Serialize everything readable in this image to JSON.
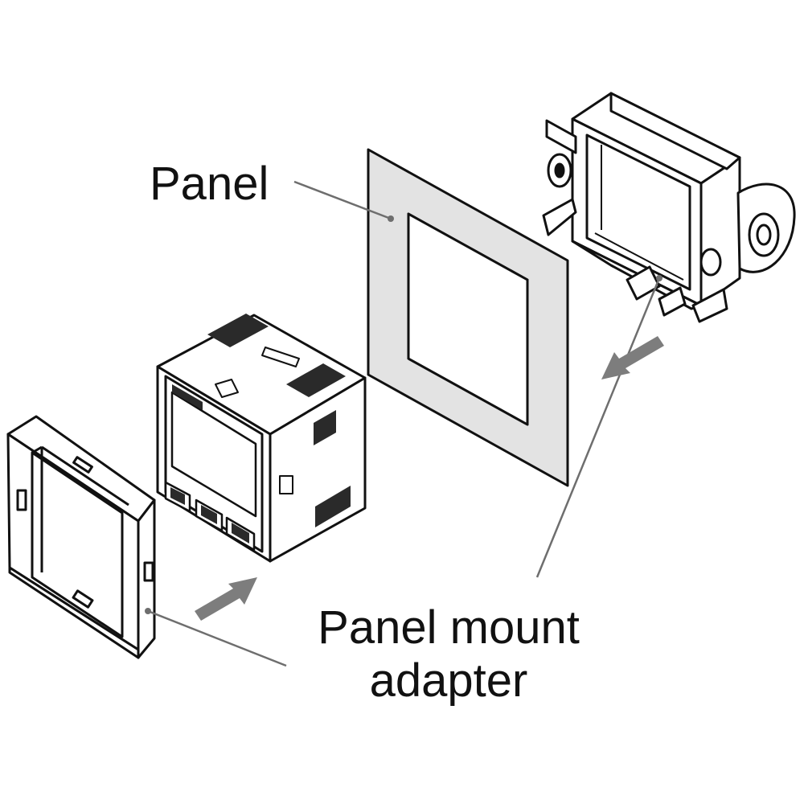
{
  "labels": {
    "panel": "Panel",
    "panel_mount_adapter_line1": "Panel mount",
    "panel_mount_adapter_line2": "adapter"
  },
  "colors": {
    "line": "#111111",
    "panel_fill": "#e3e3e3",
    "leader": "#6e6e6e",
    "arrow": "#7d7d7d",
    "part_fill": "#ffffff",
    "dark_patch": "#2a2a2a"
  },
  "components": [
    "front-bezel-adapter",
    "display-unit",
    "panel-plate",
    "rear-mounting-bracket"
  ]
}
